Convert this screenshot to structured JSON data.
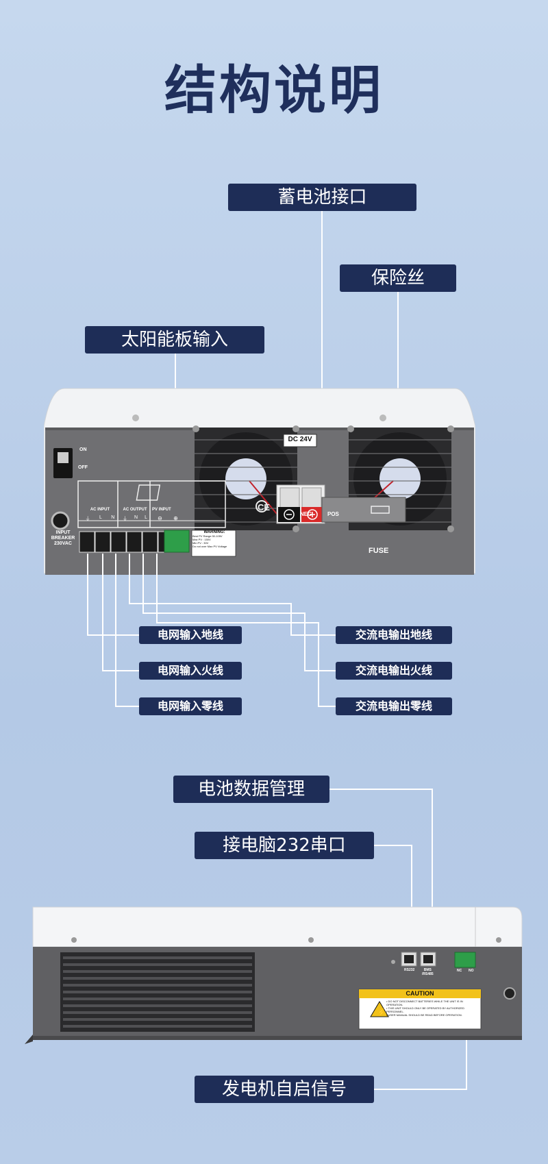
{
  "title": "结构说明",
  "top_labels": {
    "battery": "蓄电池接口",
    "fuse": "保险丝",
    "solar": "太阳能板输入"
  },
  "wire_labels": {
    "grid_ground": "电网输入地线",
    "grid_live": "电网输入火线",
    "grid_neutral": "电网输入零线",
    "ac_out_ground": "交流电输出地线",
    "ac_out_live": "交流电输出火线",
    "ac_out_neutral": "交流电输出零线"
  },
  "side_labels": {
    "bms": "电池数据管理",
    "rs232": "接电脑232串口",
    "generator": "发电机自启信号"
  },
  "device_rear": {
    "switch_on": "ON",
    "switch_off": "OFF",
    "breaker_line1": "INPUT",
    "breaker_line2": "BREAKER",
    "breaker_line3": "230VAC",
    "ac_input": "AC INPUT",
    "ac_output": "AC OUTPUT",
    "pv_input": "PV INPUT",
    "terminal_ac_in": [
      "⏚",
      "L",
      "N"
    ],
    "terminal_ac_out": [
      "⏚",
      "N",
      "L"
    ],
    "terminal_pv": [
      "⊖",
      "⊕"
    ],
    "warning_title": "WARNING:",
    "warning_lines": [
      "Best PV Range:30-105V",
      "Max PV : 150V",
      "Min PV : 30V",
      "Do not over Max PV Voltage"
    ],
    "dc": "DC 24V",
    "neg": "NEG",
    "pos": "POS",
    "fuse": "FUSE",
    "cert": "CE"
  },
  "device_side": {
    "rs232": "RS232",
    "bms_line1": "BMS",
    "bms_line2": "/RS485",
    "nc": "NC",
    "no": "NO",
    "caution_title": "CAUTION",
    "caution_lines": [
      "• DO NOT DISCONNECT BATTERIES WHILE THE UNIT IS IN OPERATION.",
      "• THIS UNIT SHOULD ONLY BE OPERATED BY AUTHORIZED PERSONNEL.",
      "• USER MANUAL SHOULD BE READ BEFORE OPERATION."
    ]
  }
}
